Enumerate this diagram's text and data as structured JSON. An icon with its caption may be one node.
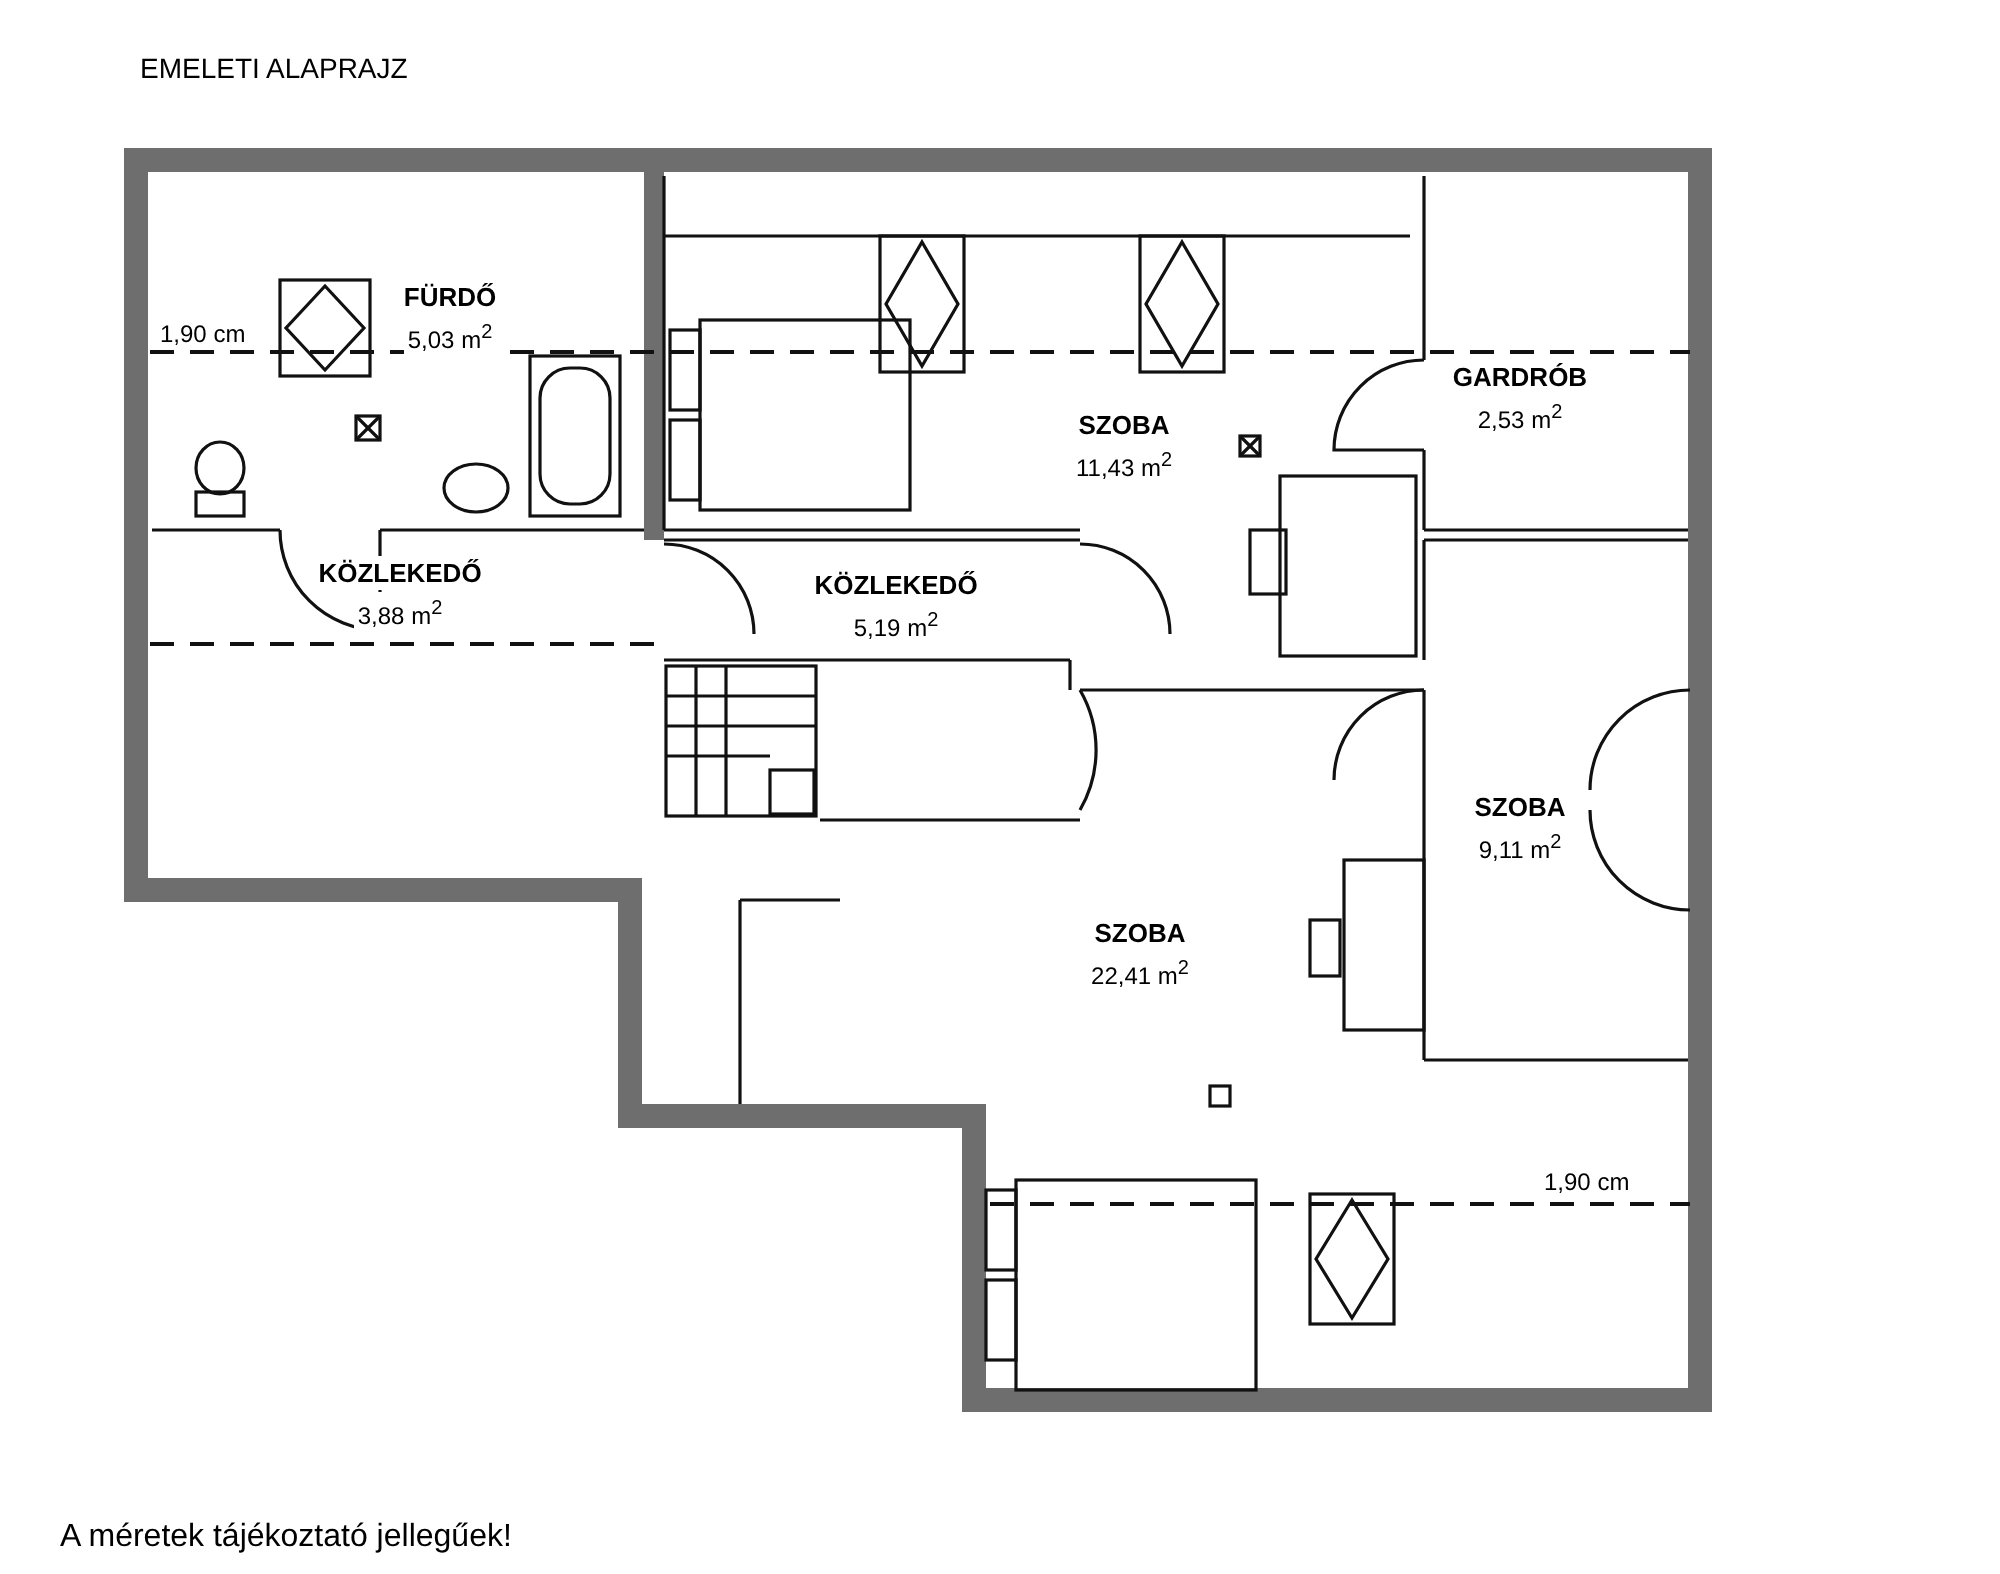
{
  "diagram": {
    "title": "EMELETI ALAPRAJZ",
    "caption": "A méretek tájékoztató jellegűek!",
    "nodes": [
      {
        "text": [
          "FÜRDŐ",
          "5,03 m$^{2}$"
        ]
      },
      {
        "text": [
          "SZOBA",
          "11,43 m$^{2}$"
        ]
      },
      {
        "text": [
          "GARDRÓB",
          "2,53 m$^{2}$"
        ]
      },
      {
        "text": [
          "KÖZLEKEDŐ",
          "3,88 m$^{2}$"
        ]
      },
      {
        "text": [
          "KÖZLEKEDŐ",
          "5,19 m$^{2}$"
        ]
      },
      {
        "text": [
          "SZOBA",
          "9,11 m$^{2}$"
        ]
      },
      {
        "text": [
          "SZOBA",
          "22,41 m$^{2}$"
        ]
      }
    ],
    "edges": [],
    "labels": [
      "1,90 cm",
      "1,90 cm"
    ]
  }
}
